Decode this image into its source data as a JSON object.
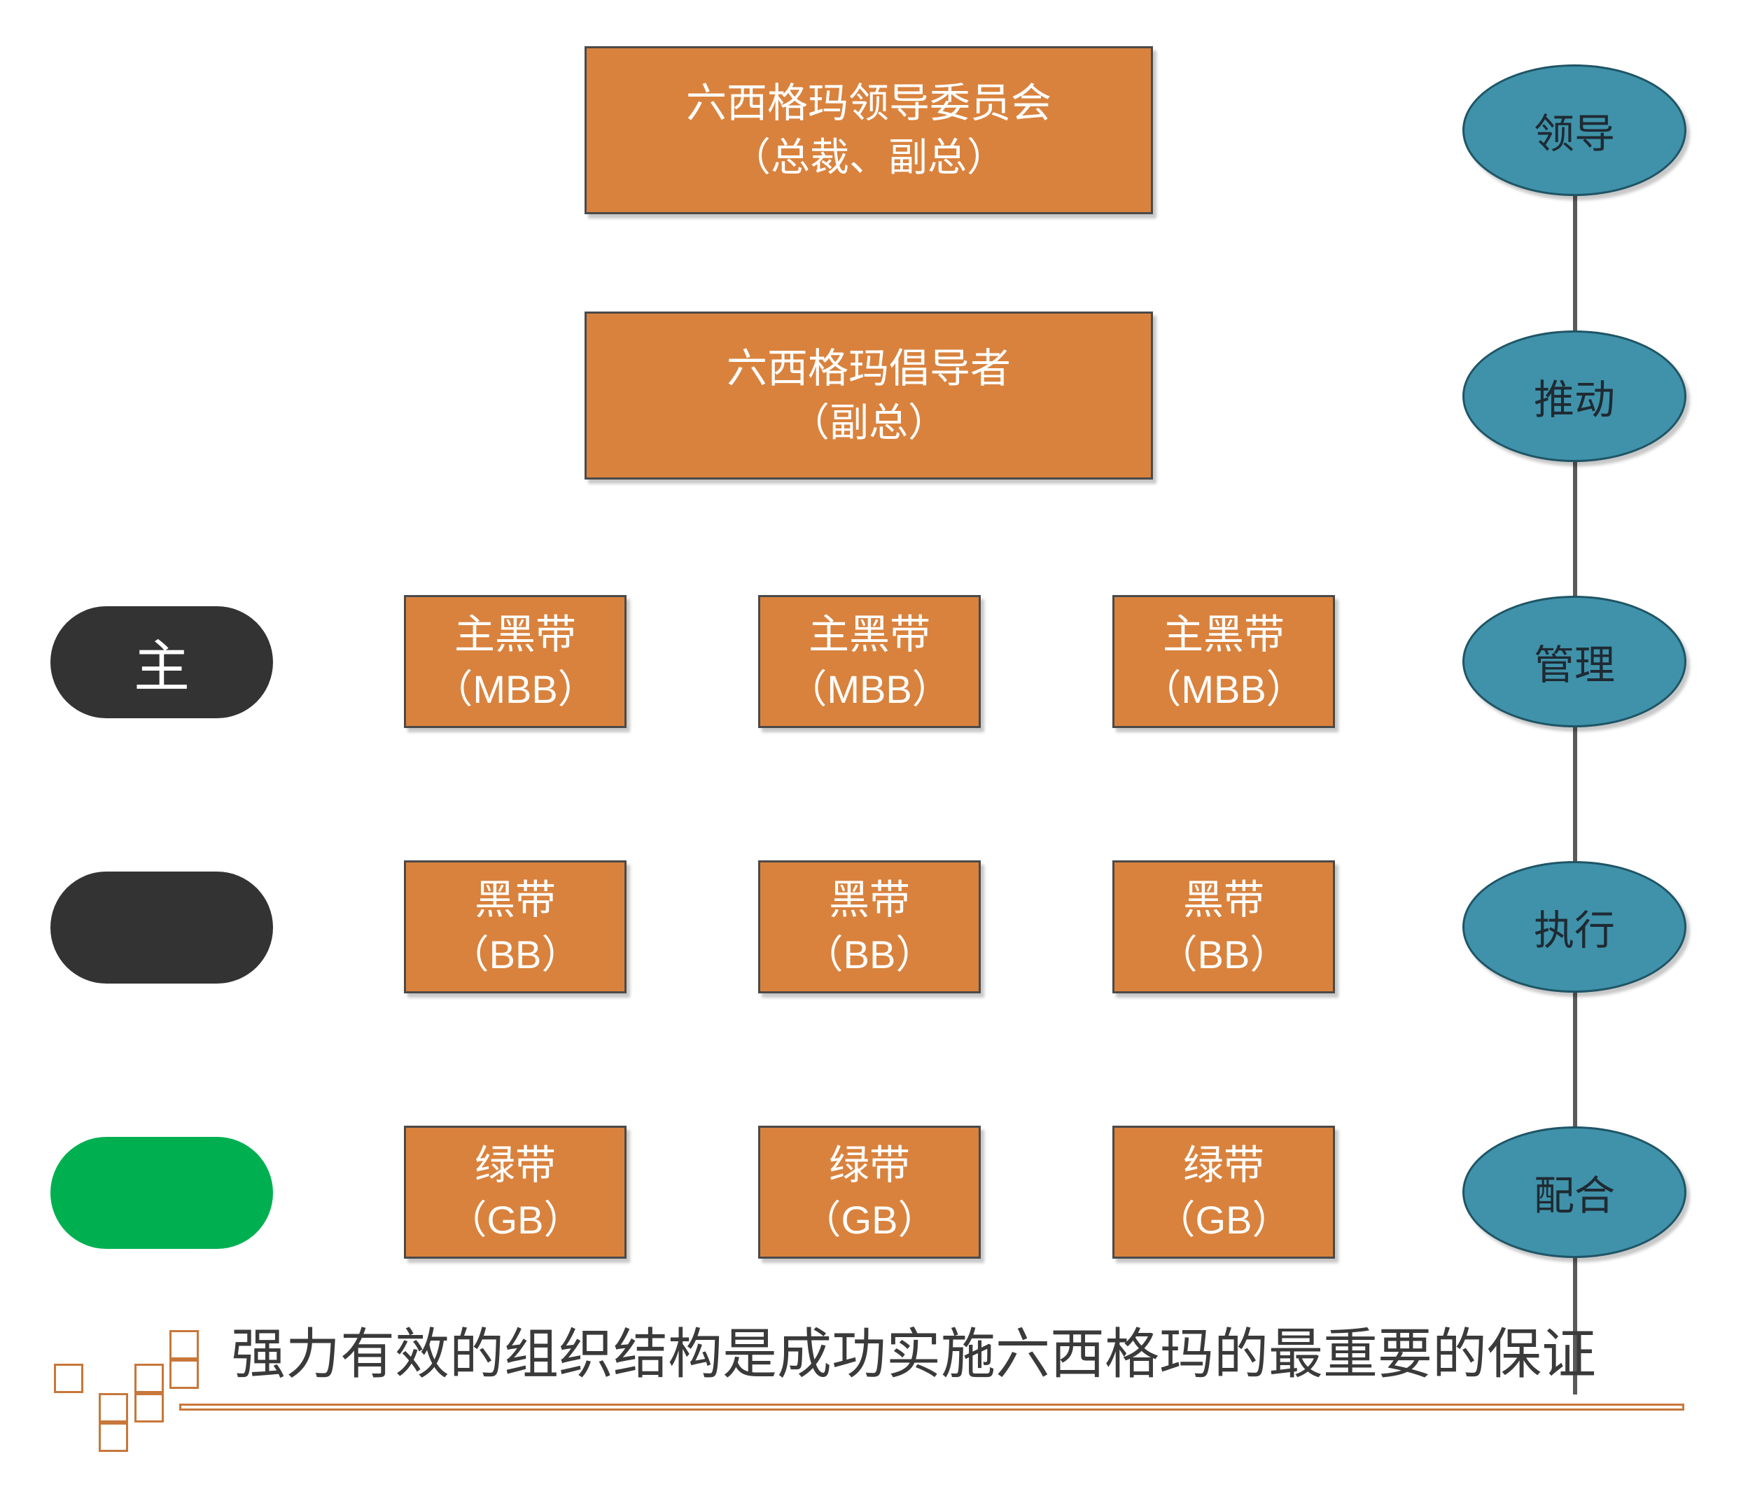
{
  "diagram": {
    "top_boxes": [
      {
        "line1": "六西格玛领导委员会",
        "line2": "（总裁、副总）"
      },
      {
        "line1": "六西格玛倡导者",
        "line2": "（副总）"
      }
    ],
    "grid_rows": [
      {
        "pill_label": "主",
        "pill_color": "#333333",
        "boxes": [
          {
            "line1": "主黑带",
            "line2": "（MBB）"
          },
          {
            "line1": "主黑带",
            "line2": "（MBB）"
          },
          {
            "line1": "主黑带",
            "line2": "（MBB）"
          }
        ]
      },
      {
        "pill_label": "",
        "pill_color": "#333333",
        "boxes": [
          {
            "line1": "黑带",
            "line2": "（BB）"
          },
          {
            "line1": "黑带",
            "line2": "（BB）"
          },
          {
            "line1": "黑带",
            "line2": "（BB）"
          }
        ]
      },
      {
        "pill_label": "",
        "pill_color": "#00b050",
        "boxes": [
          {
            "line1": "绿带",
            "line2": "（GB）"
          },
          {
            "line1": "绿带",
            "line2": "（GB）"
          },
          {
            "line1": "绿带",
            "line2": "（GB）"
          }
        ]
      }
    ],
    "stages": [
      "领导",
      "推动",
      "管理",
      "执行",
      "配合"
    ],
    "caption": "强力有效的组织结构是成功实施六西格玛的最重要的保证",
    "colors": {
      "box_fill": "#d9823d",
      "stage_fill": "#3f92a9",
      "accent_line": "#c8773a"
    }
  }
}
